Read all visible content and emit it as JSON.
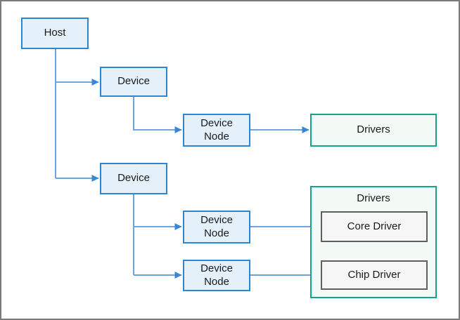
{
  "colors": {
    "canvas-border": "#7a7a7a",
    "node-fill": "#e4f1fb",
    "node-border": "#2e86d1",
    "drivers-fill": "#f3f9f5",
    "drivers-border": "#17a28e",
    "driver-item-fill": "#f6f6f6",
    "driver-item-border": "#5f5f5f",
    "connector-line": "#6fa4df",
    "connector-arrow": "#3a86d4",
    "text": "#1a1a1a"
  },
  "nodes": {
    "host": {
      "label": "Host"
    },
    "device1": {
      "label": "Device"
    },
    "device2": {
      "label": "Device"
    },
    "device_node1": {
      "label": "Device Node"
    },
    "device_node2": {
      "label": "Device Node"
    },
    "device_node3": {
      "label": "Device Node"
    },
    "drivers": {
      "label": "Drivers"
    },
    "drivers_group": {
      "title": "Drivers"
    },
    "core_driver": {
      "label": "Core Driver"
    },
    "chip_driver": {
      "label": "Chip Driver"
    }
  }
}
